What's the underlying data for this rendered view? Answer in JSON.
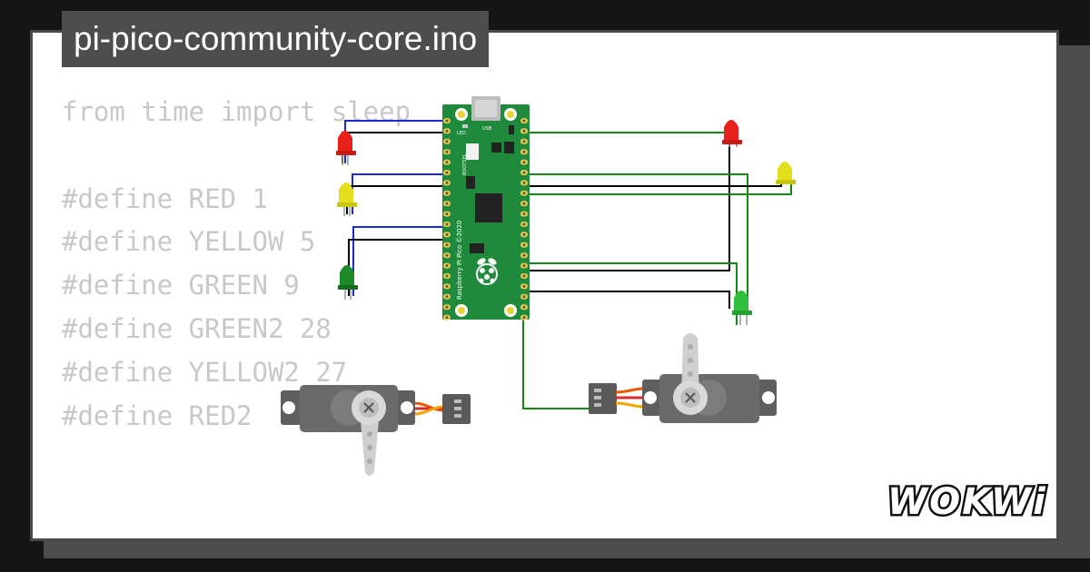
{
  "project": {
    "title": "pi-pico-community-core.ino"
  },
  "code": {
    "lines": [
      "from time import sleep",
      "",
      "#define RED 1",
      "#define YELLOW 5",
      "#define GREEN 9",
      "#define GREEN2 28",
      "#define YELLOW2 27",
      "#define RED2"
    ]
  },
  "board": {
    "label": "Raspberry Pi Pico ©2020",
    "silk_led": "LED",
    "silk_usb": "USB",
    "silk_bootsel": "BOOTSEL"
  },
  "brand": {
    "name": "WOKWi"
  },
  "colors": {
    "background": "#151515",
    "card": "#ffffff",
    "title_bar": "#4d4d4d",
    "code_text": "#c8c8c8",
    "pcb_green": "#1f8a3b",
    "wire_blue": "#1a2bd6",
    "wire_black": "#000000",
    "wire_green": "#108a10",
    "led_red": "#e8221b",
    "led_yellow": "#e3df1c",
    "led_green": "#2fbf3a",
    "servo_body": "#5f5f5f"
  },
  "icons": [
    "raspberry-logo-icon",
    "servo-horn-icon",
    "led-icon",
    "usb-connector-icon"
  ]
}
